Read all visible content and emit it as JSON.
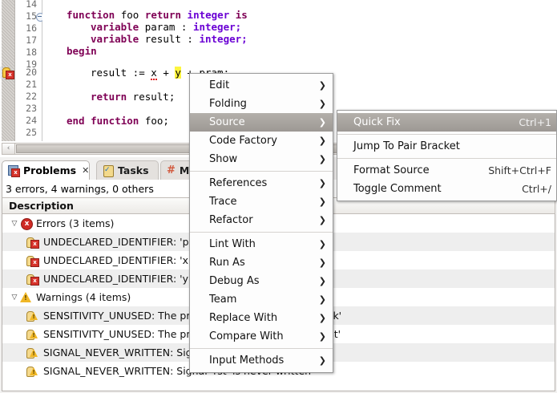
{
  "editor": {
    "lines": [
      {
        "num": "14",
        "fold": false,
        "tokens": []
      },
      {
        "num": "15",
        "fold": true,
        "text": "    function foo return integer is"
      },
      {
        "num": "16",
        "fold": false,
        "text": "        variable param : integer;"
      },
      {
        "num": "17",
        "fold": false,
        "text": "        variable result : integer;"
      },
      {
        "num": "18",
        "fold": false,
        "text": "    begin"
      },
      {
        "num": "19",
        "fold": false,
        "text": ""
      },
      {
        "num": "20",
        "fold": false,
        "text": "        result := x + y + pram;"
      },
      {
        "num": "21",
        "fold": false,
        "text": ""
      },
      {
        "num": "22",
        "fold": false,
        "text": "        return result;"
      },
      {
        "num": "23",
        "fold": false,
        "text": ""
      },
      {
        "num": "24",
        "fold": false,
        "text": "    end function foo;"
      },
      {
        "num": "25",
        "fold": false,
        "text": ""
      }
    ],
    "code": {
      "l15_kw1": "function",
      "l15_id1": " foo ",
      "l15_kw2": "return",
      "l15_ty1": " integer ",
      "l15_kw3": "is",
      "l16_kw": "variable",
      "l16_id": " param : ",
      "l16_ty": "integer",
      "l16_semi": ";",
      "l17_kw": "variable",
      "l17_id": " result : ",
      "l17_ty": "integer",
      "l17_semi": ";",
      "l18_kw": "begin",
      "l20_a": "result := ",
      "l20_x": "x",
      "l20_b": " + ",
      "l20_y": "y",
      "l20_c": " + pram;",
      "l22_kw": "return",
      "l22_rest": " result;",
      "l24_kw1": "end",
      "l24_kw2": "function",
      "l24_rest": " foo;"
    },
    "scrollbar": {
      "left_arrow": "‹"
    },
    "error_marker": {
      "badge": "x"
    }
  },
  "problems": {
    "tabs": [
      {
        "label": "Problems",
        "icon": "problems-icon",
        "active": true,
        "closable": true,
        "close_glyph": "✕"
      },
      {
        "label": "Tasks",
        "icon": "tasks-icon",
        "active": false,
        "closable": false,
        "close_glyph": ""
      },
      {
        "label": "Mi",
        "icon": "hash-icon",
        "active": false,
        "closable": false,
        "close_glyph": ""
      }
    ],
    "summary": "3 errors, 4 warnings, 0 others",
    "column_header": "Description",
    "rows": [
      {
        "kind": "group",
        "twisty": "▽",
        "icon": "error-circle-icon",
        "badge": "x",
        "label": "Errors (3 items)"
      },
      {
        "kind": "error",
        "icon": "quickfix-error-icon",
        "badge": "x",
        "label": "UNDECLARED_IDENTIFIER: 'pram' is not declared"
      },
      {
        "kind": "error",
        "icon": "quickfix-error-icon",
        "badge": "x",
        "label": "UNDECLARED_IDENTIFIER: 'x' is not declared"
      },
      {
        "kind": "error",
        "icon": "quickfix-error-icon",
        "badge": "x",
        "label": "UNDECLARED_IDENTIFIER: 'y' is not declared"
      },
      {
        "kind": "group",
        "twisty": "▽",
        "icon": "warning-triangle-icon",
        "badge": "!",
        "label": "Warnings (4 items)"
      },
      {
        "kind": "warning",
        "icon": "quickfix-warning-icon",
        "badge": "!",
        "label": "SENSITIVITY_UNUSED: The process does not use signal 'clk'"
      },
      {
        "kind": "warning",
        "icon": "quickfix-warning-icon",
        "badge": "!",
        "label": "SENSITIVITY_UNUSED: The process does not use signal 'rst'"
      },
      {
        "kind": "warning",
        "icon": "quickfix-warning-icon",
        "badge": "!",
        "label": "SIGNAL_NEVER_WRITTEN: Signal 'clk' is never written"
      },
      {
        "kind": "warning",
        "icon": "quickfix-warning-icon",
        "badge": "!",
        "label": "SIGNAL_NEVER_WRITTEN: Signal 'rst' is never written"
      }
    ]
  },
  "context_menu": {
    "arrow_glyph": "❯",
    "items": [
      {
        "label": "Edit",
        "submenu": true,
        "selected": false,
        "accel": "",
        "sep_after": false
      },
      {
        "label": "Folding",
        "submenu": true,
        "selected": false,
        "accel": "",
        "sep_after": false
      },
      {
        "label": "Source",
        "submenu": true,
        "selected": true,
        "accel": "",
        "sep_after": false
      },
      {
        "label": "Code Factory",
        "submenu": true,
        "selected": false,
        "accel": "",
        "sep_after": false
      },
      {
        "label": "Show",
        "submenu": true,
        "selected": false,
        "accel": "",
        "sep_after": true
      },
      {
        "label": "References",
        "submenu": true,
        "selected": false,
        "accel": "",
        "sep_after": false
      },
      {
        "label": "Trace",
        "submenu": true,
        "selected": false,
        "accel": "",
        "sep_after": false
      },
      {
        "label": "Refactor",
        "submenu": true,
        "selected": false,
        "accel": "",
        "sep_after": true
      },
      {
        "label": "Lint With",
        "submenu": true,
        "selected": false,
        "accel": "",
        "sep_after": false
      },
      {
        "label": "Run As",
        "submenu": true,
        "selected": false,
        "accel": "",
        "sep_after": false
      },
      {
        "label": "Debug As",
        "submenu": true,
        "selected": false,
        "accel": "",
        "sep_after": false
      },
      {
        "label": "Team",
        "submenu": true,
        "selected": false,
        "accel": "",
        "sep_after": false
      },
      {
        "label": "Replace With",
        "submenu": true,
        "selected": false,
        "accel": "",
        "sep_after": false
      },
      {
        "label": "Compare With",
        "submenu": true,
        "selected": false,
        "accel": "",
        "sep_after": true
      },
      {
        "label": "Input Methods",
        "submenu": true,
        "selected": false,
        "accel": "",
        "sep_after": false
      }
    ]
  },
  "source_submenu": {
    "items": [
      {
        "label": "Quick Fix",
        "accel": "Ctrl+1",
        "selected": true,
        "sep_after": true
      },
      {
        "label": "Jump To Pair Bracket",
        "accel": "",
        "selected": false,
        "sep_after": true
      },
      {
        "label": "Format Source",
        "accel": "Shift+Ctrl+F",
        "selected": false,
        "sep_after": false
      },
      {
        "label": "Toggle Comment",
        "accel": "Ctrl+/",
        "selected": false,
        "sep_after": false
      }
    ]
  },
  "colors": {
    "keyword": "#7f0055",
    "type": "#6a00d4",
    "selection_line": "#e6eefa",
    "menu_highlight": "#a9a4a0",
    "error": "#cf2a24",
    "warning": "#f0b726"
  }
}
